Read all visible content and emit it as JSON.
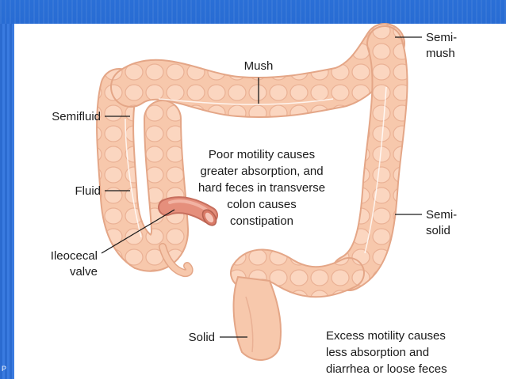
{
  "labels": {
    "mush": "Mush",
    "semimush": [
      "Semi-",
      "mush"
    ],
    "semifluid": "Semifluid",
    "fluid": "Fluid",
    "ileocecal": [
      "Ileocecal",
      "valve"
    ],
    "semisolid": [
      "Semi-",
      "solid"
    ],
    "solid": "Solid"
  },
  "notes": {
    "poor_motility": [
      "Poor motility causes",
      "greater absorption, and",
      "hard feces in transverse",
      "colon causes",
      "constipation"
    ],
    "excess_motility": [
      "Excess motility causes",
      "less absorption and",
      "diarrhea or loose feces"
    ]
  },
  "footer": "P",
  "colors": {
    "colon_fill": "#f7c8ac",
    "colon_stroke": "#e4a687",
    "colon_highlight": "#fde3d3",
    "ileum": "#e58f7c",
    "slide_blue": "#1e5bc4"
  }
}
